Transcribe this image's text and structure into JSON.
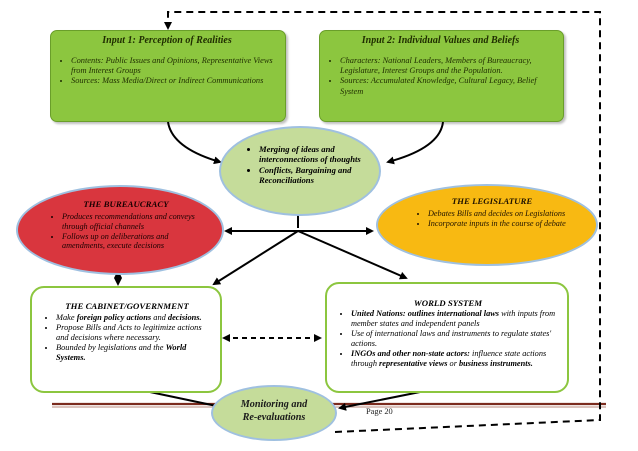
{
  "input1": {
    "title": "Input 1: Perception of Realities",
    "items": [
      "Contents: Public Issues and Opinions, Representative Views from Interest Groups",
      "Sources: Mass Media/Direct or Indirect Communications"
    ]
  },
  "input2": {
    "title": "Input 2: Individual Values and Beliefs",
    "items": [
      "Characters: National Leaders, Members of Bureaucracy, Legislature, Interest Groups and the Population.",
      "Sources: Accumulated Knowledge, Cultural Legacy, Belief System"
    ]
  },
  "merging": {
    "items": [
      "Merging  of ideas and interconnections of thoughts",
      "Conflicts, Bargaining and Reconciliations"
    ]
  },
  "bureaucracy": {
    "title": "THE BUREAUCRACY",
    "items": [
      "Produces recommendations and conveys through official channels",
      "Follows up on deliberations and amendments, execute decisions"
    ]
  },
  "legislature": {
    "title": "THE LEGISLATURE",
    "items": [
      "Debates Bills and decides on Legislations",
      "Incorporate inputs in the course of debate"
    ]
  },
  "cabinet": {
    "title": "THE CABINET/GOVERNMENT",
    "item1_pre": "Make ",
    "item1_bold1": "foreign policy actions",
    "item1_mid": " and ",
    "item1_bold2": "decisions.",
    "item2": "Propose Bills and Acts to legitimize actions and decisions where necessary.",
    "item3_pre": "Bounded by legislations and the ",
    "item3_bold": "World Systems."
  },
  "world": {
    "title": "WORLD SYSTEM",
    "item1_bold": "United Nations: outlines international laws",
    "item1_rest": " with inputs from member states and independent panels",
    "item2": "Use of  international laws and instruments to regulate states' actions.",
    "item3_bold": "INGOs and other non-state actors:",
    "item3_mid": " influence state actions through ",
    "item3_bold2": "representative views",
    "item3_mid2": " or ",
    "item3_bold3": "business instruments."
  },
  "monitoring": {
    "line1": "Monitoring and",
    "line2": "Re-evaluations"
  },
  "page_number": "Page 20",
  "colors": {
    "green": "#8cc63f",
    "bureaucracy_red": "#d9363e",
    "legislature_yellow": "#f8b912",
    "oval_light_green": "#c5dc9a",
    "oval_border_blue": "#9fc0e0",
    "footer_rule": "#7b2b1e"
  }
}
